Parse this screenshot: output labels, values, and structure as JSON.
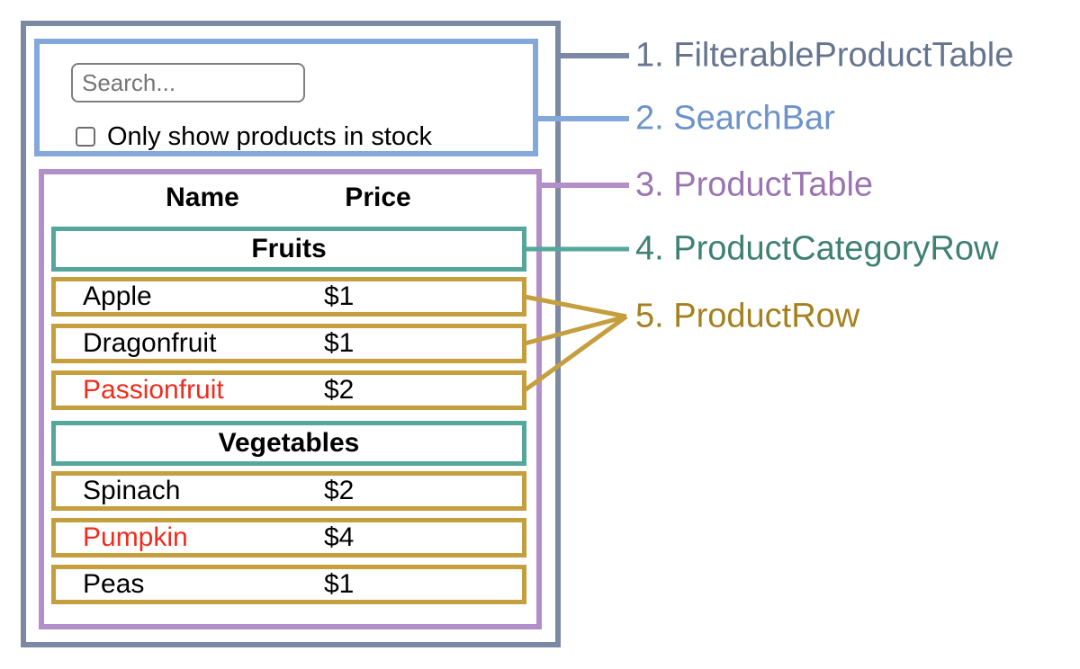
{
  "search_bar": {
    "placeholder": "Search...",
    "checkbox_label": "Only show products in stock",
    "checkbox_checked": false
  },
  "product_table": {
    "headers": {
      "name": "Name",
      "price": "Price"
    },
    "sections": [
      {
        "category": "Fruits",
        "rows": [
          {
            "name": "Apple",
            "price": "$1",
            "out_of_stock": false
          },
          {
            "name": "Dragonfruit",
            "price": "$1",
            "out_of_stock": false
          },
          {
            "name": "Passionfruit",
            "price": "$2",
            "out_of_stock": true
          }
        ]
      },
      {
        "category": "Vegetables",
        "rows": [
          {
            "name": "Spinach",
            "price": "$2",
            "out_of_stock": false
          },
          {
            "name": "Pumpkin",
            "price": "$4",
            "out_of_stock": true
          },
          {
            "name": "Peas",
            "price": "$1",
            "out_of_stock": false
          }
        ]
      }
    ]
  },
  "legend": [
    {
      "label": "1. FilterableProductTable",
      "color": "#66758f"
    },
    {
      "label": "2. SearchBar",
      "color": "#6d93c8"
    },
    {
      "label": "3. ProductTable",
      "color": "#9b74b1"
    },
    {
      "label": "4. ProductCategoryRow",
      "color": "#3e8173"
    },
    {
      "label": "5. ProductRow",
      "color": "#a5801f"
    }
  ],
  "colors": {
    "filterable_product_table_border": "#7c89a3",
    "search_bar_border": "#84a8da",
    "product_table_border": "#b38fc9",
    "category_row_border": "#55a79b",
    "product_row_border": "#c59f3d",
    "out_of_stock_text": "#f02c1e",
    "connector_gray": "#7c89a3",
    "connector_blue": "#84a8da",
    "connector_purple": "#b38fc9",
    "connector_teal": "#55a79b",
    "connector_gold": "#c59f3d"
  }
}
